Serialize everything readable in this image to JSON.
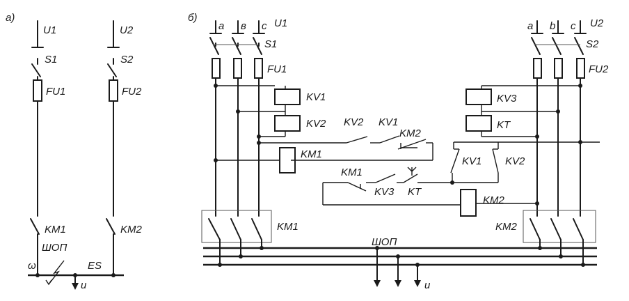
{
  "panel_a": {
    "tag": "a)",
    "supply_left": "U1",
    "supply_right": "U2",
    "switch_left": "S1",
    "switch_right": "S2",
    "fuse_left": "FU1",
    "fuse_right": "FU2",
    "contactor_left": "KM1",
    "contactor_right": "KM2",
    "bus": "ШОП",
    "omega": "ω",
    "earth_switch": "ES",
    "load": "u"
  },
  "panel_b": {
    "tag": "б)",
    "phases_left": [
      "a",
      "в",
      "c"
    ],
    "phases_right": [
      "a",
      "b",
      "c"
    ],
    "supply_left": "U1",
    "supply_right": "U2",
    "switch_left": "S1",
    "switch_right": "S2",
    "fuse_left": "FU1",
    "fuse_right": "FU2",
    "relays_left": [
      "KV1",
      "KV2"
    ],
    "relays_right": [
      "KV3",
      "KT"
    ],
    "coil_km1": "KM1",
    "coil_km2": "KM2",
    "contacts_row1": [
      "KV2",
      "KV1",
      "KM2"
    ],
    "contacts_row2": [
      "KM1",
      "KV3",
      "KT"
    ],
    "contacts_right": [
      "KV1",
      "KV2"
    ],
    "contactor_left": "KM1",
    "contactor_right": "KM2",
    "bus": "ШОП",
    "load": "u"
  }
}
